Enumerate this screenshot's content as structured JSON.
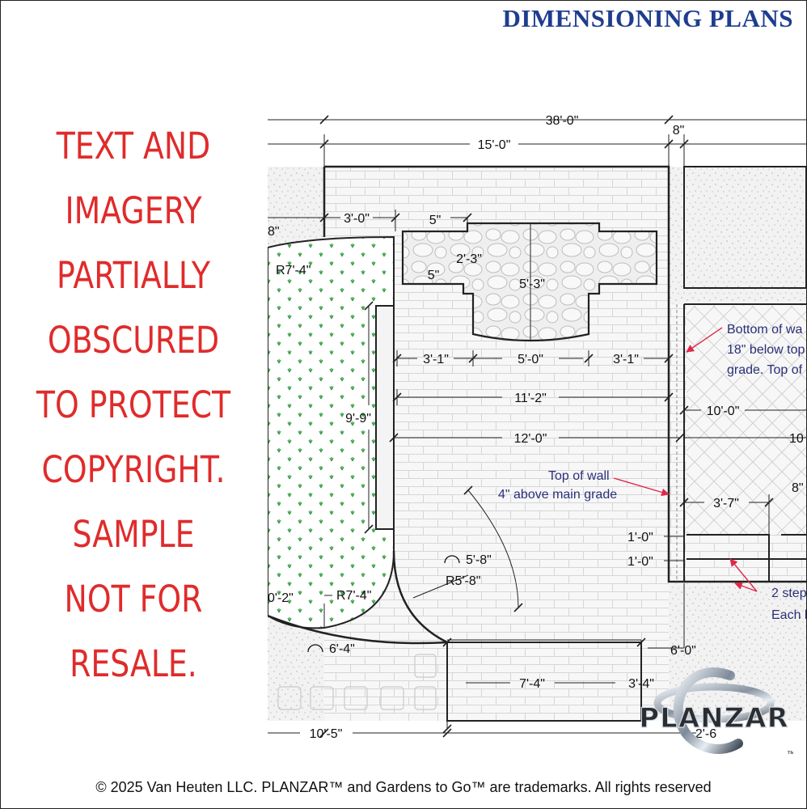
{
  "title": "DIMENSIONING PLANS",
  "notice": [
    "TEXT AND",
    "IMAGERY",
    "PARTIALLY",
    "OBSCURED",
    "TO PROTECT",
    "COPYRIGHT.",
    "SAMPLE",
    "NOT FOR",
    "RESALE."
  ],
  "footer": "© 2025 Van Heuten LLC. PLANZAR™ and Gardens to Go™ are trademarks. All rights reserved",
  "dimensions": {
    "overall": "38'-0\"",
    "d15": "15'-0\"",
    "d8top": "8\"",
    "d8left": "8\"",
    "d3_0": "3'-0\"",
    "d5a": "5\"",
    "d2_3": "2'-3\"",
    "d5b": "5\"",
    "d5_3": "5'-3\"",
    "r7_4top": "R7'-4\"",
    "d3_1a": "3'-1\"",
    "d5_0": "5'-0\"",
    "d3_1b": "3'-1\"",
    "d11_2": "11'-2\"",
    "d9_9": "9'-9\"",
    "d12_0": "12'-0\"",
    "d10_0": "10'-0\"",
    "d10_right": "10",
    "d3_7": "3'-7\"",
    "d8right": "8\"",
    "d1_0a": "1'-0\"",
    "d1_0b": "1'-0\"",
    "arc5_8": "5'-8\"",
    "r5_8": "R5'-8\"",
    "d0_2": "0'-2\"",
    "r7_4bot": "R7'-4\"",
    "arc6_4": "6'-4\"",
    "d6_0": "6'-0\"",
    "d7_4": "7'-4\"",
    "d3_4": "3'-4\"",
    "d10_5": "10'-5\"",
    "d2_6": "2'-6"
  },
  "notes": {
    "bottom_wall": [
      "Bottom of wa",
      "18\" below top",
      "grade. Top of"
    ],
    "top_wall": [
      "Top of wall",
      "4\" above main grade"
    ],
    "steps": [
      "2 step",
      "Each h"
    ]
  },
  "logo": {
    "text": "PLANZAR",
    "tm": "™"
  },
  "colors": {
    "title": "#1f3d8e",
    "notice": "#e02b2b",
    "note": "#2a2f78",
    "arrow": "#e0284a",
    "plant": "#3fa34a"
  }
}
